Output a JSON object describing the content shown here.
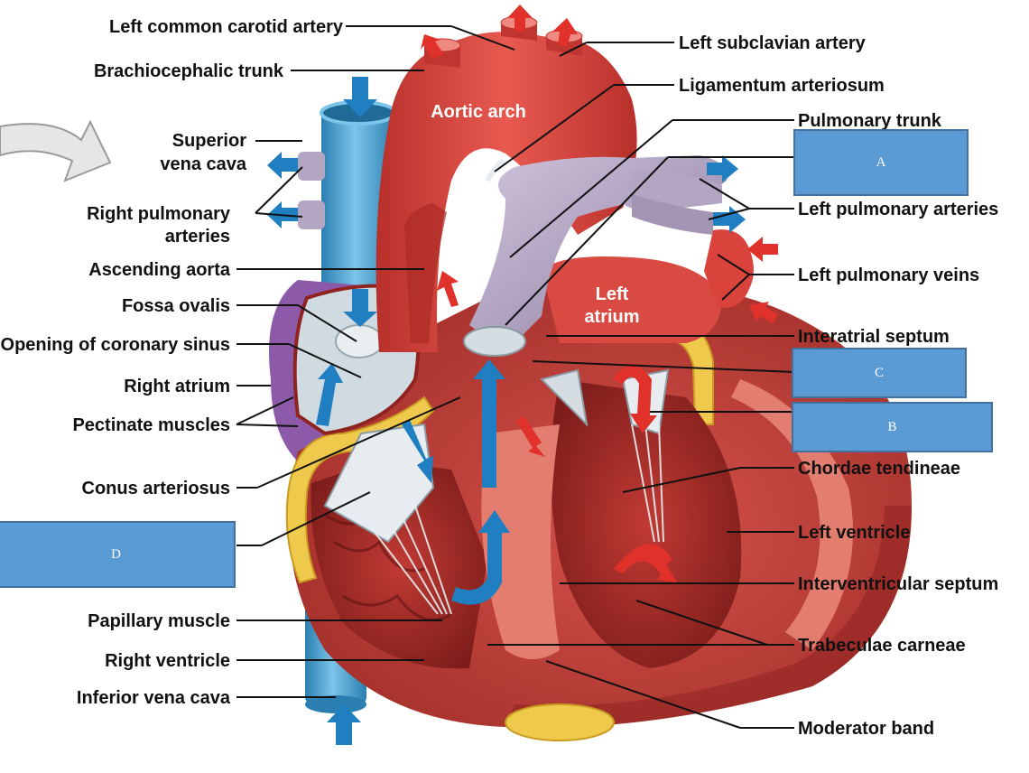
{
  "labels": {
    "left_common_carotid_artery": "Left common carotid artery",
    "brachiocephalic_trunk": "Brachiocephalic trunk",
    "superior_vena_cava_line1": "Superior",
    "superior_vena_cava_line2": "vena cava",
    "right_pulmonary_arteries_line1": "Right pulmonary",
    "right_pulmonary_arteries_line2": "arteries",
    "ascending_aorta": "Ascending aorta",
    "fossa_ovalis": "Fossa ovalis",
    "opening_of_coronary_sinus": "Opening of coronary sinus",
    "right_atrium": "Right atrium",
    "pectinate_muscles": "Pectinate muscles",
    "conus_arteriosus": "Conus arteriosus",
    "papillary_muscle": "Papillary muscle",
    "right_ventricle": "Right ventricle",
    "inferior_vena_cava": "Inferior vena cava",
    "left_subclavian_artery": "Left subclavian artery",
    "ligamentum_arteriosum": "Ligamentum arteriosum",
    "pulmonary_trunk": "Pulmonary trunk",
    "left_pulmonary_arteries": "Left pulmonary arteries",
    "left_pulmonary_veins": "Left pulmonary veins",
    "interatrial_septum": "Interatrial septum",
    "chordae_tendineae": "Chordae tendineae",
    "left_ventricle": "Left ventricle",
    "interventricular_septum": "Interventricular septum",
    "trabeculae_carneae": "Trabeculae carneae",
    "moderator_band": "Moderator band",
    "aortic_arch": "Aortic arch",
    "left_atrium_line1": "Left",
    "left_atrium_line2": "atrium"
  },
  "answer_boxes": {
    "A": "A",
    "B": "B",
    "C": "C",
    "D": "D"
  },
  "colors": {
    "muscle": "#c8453f",
    "muscle_dark": "#8e2320",
    "muscle_light": "#e0736a",
    "aorta": "#d9433c",
    "vena_cava": "#3f9fd0",
    "pulmonary": "#a99ab5",
    "valve": "#d5dde2",
    "fat": "#efc94c",
    "answer_box": "#5b9bd5",
    "arrow_blue": "#1f7fc0",
    "arrow_red": "#e0322b"
  }
}
